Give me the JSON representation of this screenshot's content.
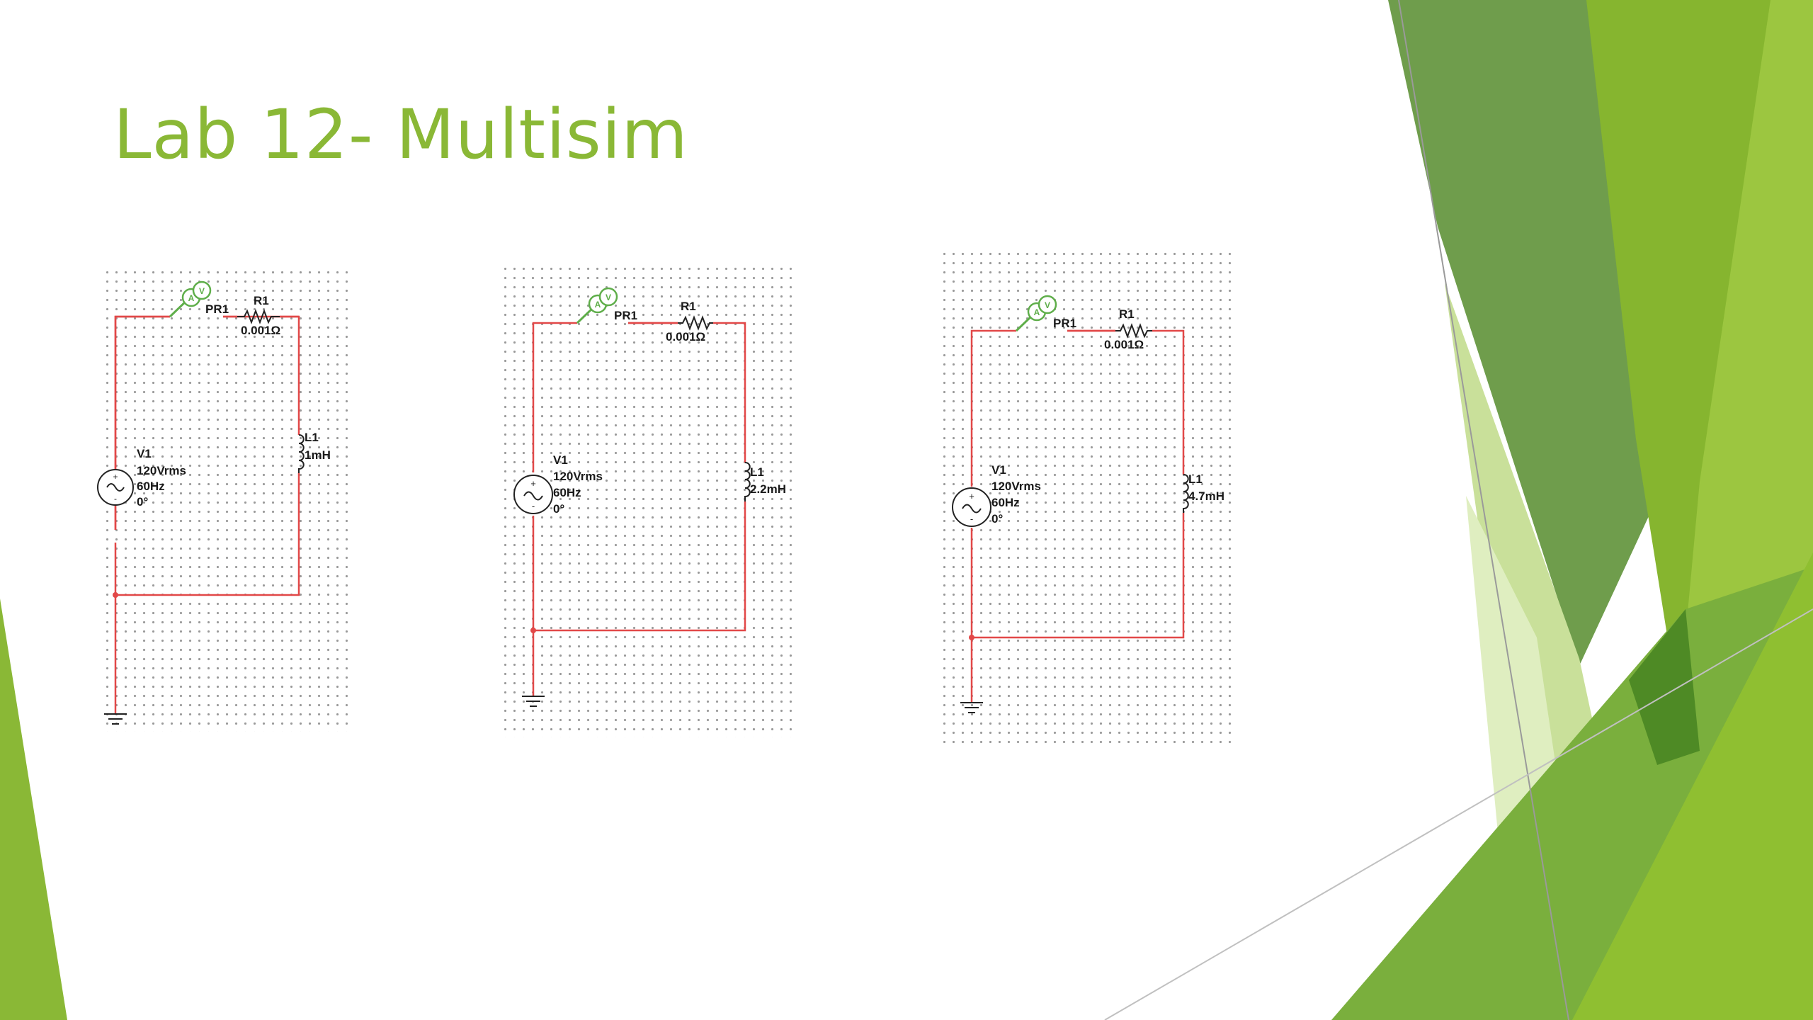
{
  "slide": {
    "title": "Lab 12- Multisim"
  },
  "colors": {
    "title": "#8ab836",
    "wire": "#e24848",
    "probe": "#5fae4a",
    "theme_greens": [
      "#6f9d4c",
      "#86b52f",
      "#9cc640",
      "#c9e09a",
      "#dfeec0",
      "#4e8a25"
    ]
  },
  "circuits": [
    {
      "source": {
        "name": "V1",
        "voltage": "120Vrms",
        "frequency": "60Hz",
        "phase": "0°"
      },
      "probe": {
        "name": "PR1",
        "badge": "A V"
      },
      "resistor": {
        "name": "R1",
        "value": "0.001Ω"
      },
      "inductor": {
        "name": "L1",
        "value": "1mH"
      }
    },
    {
      "source": {
        "name": "V1",
        "voltage": "120Vrms",
        "frequency": "60Hz",
        "phase": "0°"
      },
      "probe": {
        "name": "PR1",
        "badge": "A V"
      },
      "resistor": {
        "name": "R1",
        "value": "0.001Ω"
      },
      "inductor": {
        "name": "L1",
        "value": "2.2mH"
      }
    },
    {
      "source": {
        "name": "V1",
        "voltage": "120Vrms",
        "frequency": "60Hz",
        "phase": "0°"
      },
      "probe": {
        "name": "PR1",
        "badge": "A V"
      },
      "resistor": {
        "name": "R1",
        "value": "0.001Ω"
      },
      "inductor": {
        "name": "L1",
        "value": "4.7mH"
      }
    }
  ]
}
